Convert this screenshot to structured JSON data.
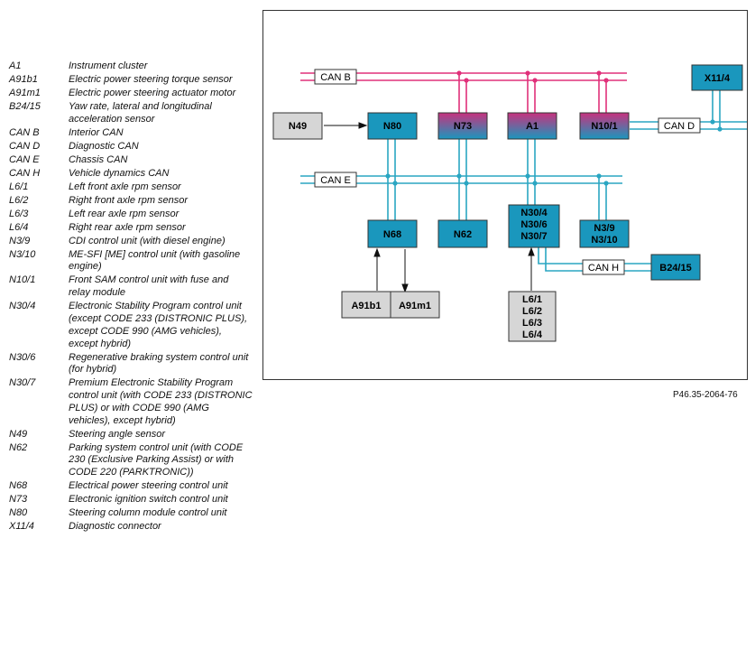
{
  "legend": [
    {
      "code": "A1",
      "desc": "Instrument cluster"
    },
    {
      "code": "A91b1",
      "desc": "Electric power steering torque sensor"
    },
    {
      "code": "A91m1",
      "desc": "Electric power steering actuator motor"
    },
    {
      "code": "B24/15",
      "desc": "Yaw rate, lateral and longitudinal acceleration sensor"
    },
    {
      "code": "CAN B",
      "desc": "Interior CAN"
    },
    {
      "code": "CAN D",
      "desc": "Diagnostic CAN"
    },
    {
      "code": "CAN E",
      "desc": "Chassis CAN"
    },
    {
      "code": "CAN H",
      "desc": "Vehicle dynamics CAN"
    },
    {
      "code": "L6/1",
      "desc": "Left front axle rpm sensor"
    },
    {
      "code": "L6/2",
      "desc": "Right front axle rpm sensor"
    },
    {
      "code": "L6/3",
      "desc": "Left rear axle rpm sensor"
    },
    {
      "code": "L6/4",
      "desc": "Right rear axle rpm sensor"
    },
    {
      "code": "N3/9",
      "desc": "CDI control unit (with diesel engine)"
    },
    {
      "code": "N3/10",
      "desc": "ME-SFI [ME] control unit (with gasoline engine)"
    },
    {
      "code": "N10/1",
      "desc": "Front SAM control unit with fuse and relay module"
    },
    {
      "code": "N30/4",
      "desc": "Electronic Stability Program control unit (except CODE 233 (DISTRONIC PLUS), except CODE 990 (AMG vehicles), except hybrid)"
    },
    {
      "code": "N30/6",
      "desc": "Regenerative braking system control unit (for hybrid)"
    },
    {
      "code": "N30/7",
      "desc": "Premium Electronic Stability Program control unit (with CODE 233 (DISTRONIC PLUS) or with CODE 990 (AMG vehicles), except hybrid)"
    },
    {
      "code": "N49",
      "desc": "Steering angle sensor"
    },
    {
      "code": "N62",
      "desc": "Parking system control unit (with CODE 230 (Exclusive Parking Assist) or with CODE 220 (PARKTRONIC))"
    },
    {
      "code": "N68",
      "desc": "Electrical power steering control unit"
    },
    {
      "code": "N73",
      "desc": "Electronic ignition switch control unit"
    },
    {
      "code": "N80",
      "desc": "Steering column module control unit"
    },
    {
      "code": "X11/4",
      "desc": "Diagnostic connector"
    }
  ],
  "diagram": {
    "buses": {
      "can_b": "CAN B",
      "can_d": "CAN D",
      "can_e": "CAN E",
      "can_h": "CAN H"
    },
    "boxes": {
      "x11_4": "X11/4",
      "n49": "N49",
      "n80": "N80",
      "n73": "N73",
      "a1": "A1",
      "n10_1": "N10/1",
      "n68": "N68",
      "n62": "N62",
      "n30": [
        "N30/4",
        "N30/6",
        "N30/7"
      ],
      "n3": [
        "N3/9",
        "N3/10"
      ],
      "b24_15": "B24/15",
      "a91b1": "A91b1",
      "a91m1": "A91m1",
      "l6": [
        "L6/1",
        "L6/2",
        "L6/3",
        "L6/4"
      ]
    },
    "colors": {
      "can_b_line": "#e0307a",
      "can_e_line": "#2aa6c2",
      "box_blue": "#1a97bd",
      "box_magenta": "#c8327e",
      "box_grey": "#d6d6d6"
    }
  },
  "reference": "P46.35-2064-76"
}
